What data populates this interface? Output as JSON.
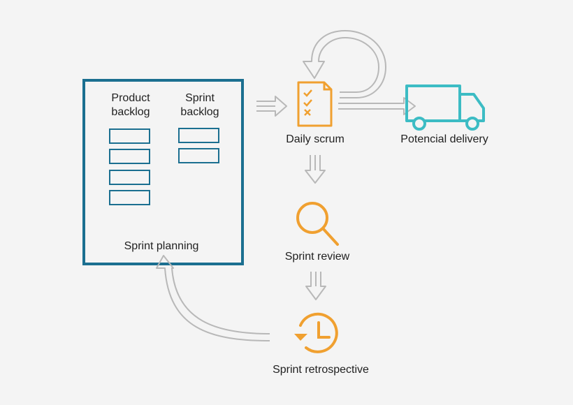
{
  "colors": {
    "blue": "#1b6f90",
    "orange": "#f0a030",
    "teal": "#3cbcc4",
    "arrow_stroke": "#b8b8b8",
    "background": "#f4f4f4"
  },
  "planning_box": {
    "product_backlog_label": "Product\nbacklog",
    "sprint_backlog_label": "Sprint\nbacklog",
    "product_backlog_items": 4,
    "sprint_backlog_items": 2,
    "caption": "Sprint planning"
  },
  "steps": {
    "daily_scrum": {
      "label": "Daily scrum",
      "icon": "checklist-icon"
    },
    "delivery": {
      "label": "Potencial delivery",
      "icon": "truck-icon"
    },
    "review": {
      "label": "Sprint review",
      "icon": "magnifier-icon"
    },
    "retrospective": {
      "label": "Sprint retrospective",
      "icon": "clock-icon"
    }
  }
}
